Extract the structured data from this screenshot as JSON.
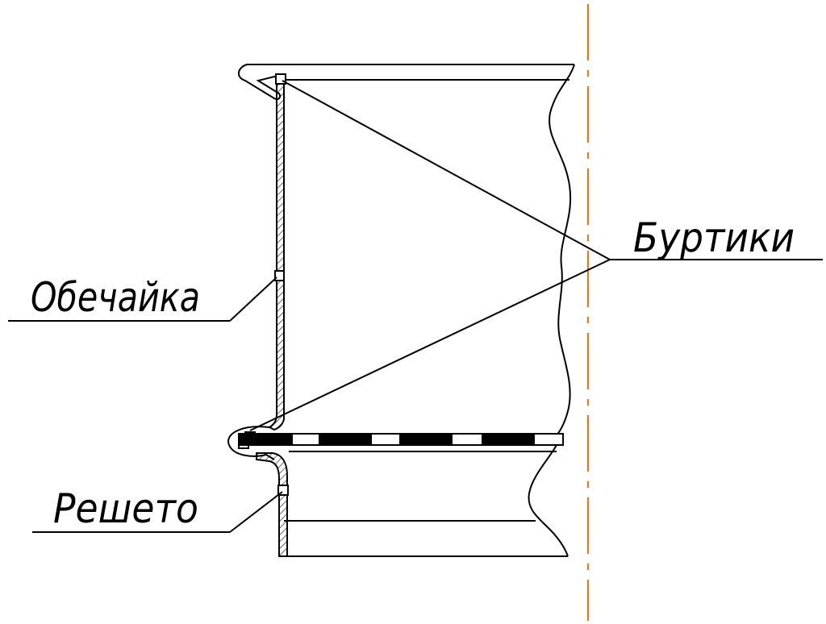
{
  "labels": {
    "shell": "Обечайка",
    "beads": "Буртики",
    "sieve": "Решето"
  },
  "colors": {
    "line": "#000000",
    "axis": "#e07a1a",
    "background": "#ffffff"
  }
}
